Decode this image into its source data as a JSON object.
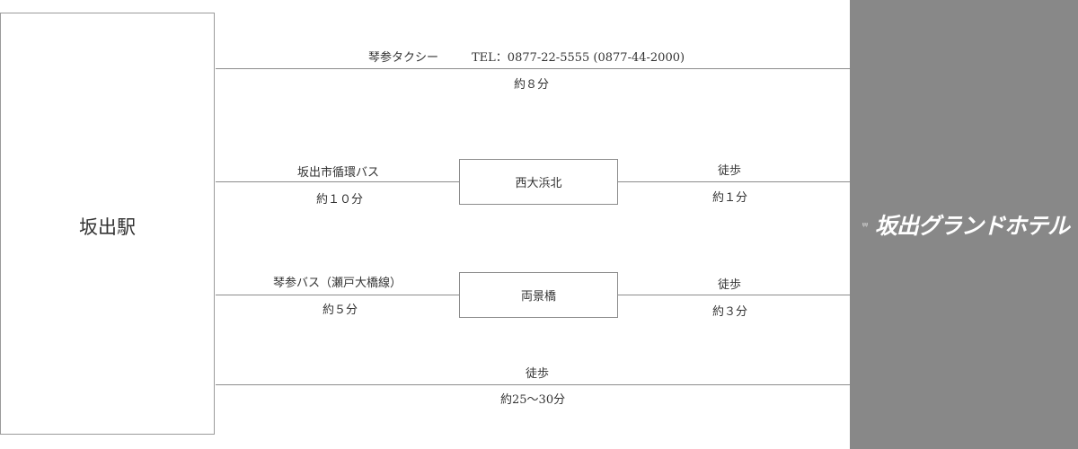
{
  "colors": {
    "hotel_panel": "#888888",
    "line": "#8c8c8c",
    "text": "#333333",
    "logo_text": "#ffffff"
  },
  "station": {
    "name": "坂出駅"
  },
  "hotel": {
    "logo_text": "坂出グランドホテル",
    "emblem_icon": "laurel-wreath-emblem-icon"
  },
  "routes": {
    "taxi": {
      "label": "琴参タクシー",
      "tel": "TEL：0877-22-5555 (0877-44-2000)",
      "time": "約８分"
    },
    "loop_bus": {
      "label": "坂出市循環バス",
      "time": "約１０分",
      "stop": "西大浜北",
      "walk_label": "徒歩",
      "walk_time": "約１分"
    },
    "kotosan_bus": {
      "label": "琴参バス（瀬戸大橋線）",
      "time": "約５分",
      "stop": "両景橋",
      "walk_label": "徒歩",
      "walk_time": "約３分"
    },
    "walk": {
      "label": "徒歩",
      "time": "約25〜30分"
    }
  }
}
